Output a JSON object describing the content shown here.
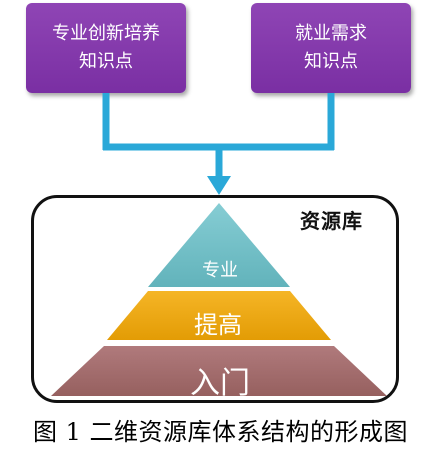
{
  "nodes": {
    "left": {
      "line1": "专业创新培养",
      "line2": "知识点"
    },
    "right": {
      "line1": "就业需求",
      "line2": "知识点"
    }
  },
  "library": {
    "title": "资源库"
  },
  "pyramid": {
    "top": "专业",
    "middle": "提高",
    "bottom": "入门"
  },
  "caption": "图 1 二维资源库体系结构的形成图",
  "colors": {
    "node_fill": "#7f35a8",
    "connector": "#2aa8d8",
    "tier_top": "#72c1c8",
    "tier_middle": "#f0a90e",
    "tier_bottom": "#a56e70",
    "border": "#111111"
  }
}
